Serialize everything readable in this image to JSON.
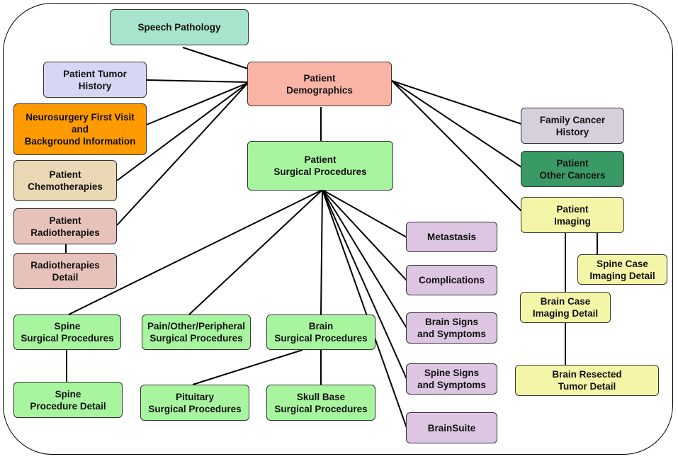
{
  "nodes": {
    "speech_pathology": {
      "label": "Speech Pathology",
      "color": "#a8e4cc"
    },
    "patient_tumor_history": {
      "label": "Patient Tumor\nHistory",
      "color": "#d6d6f5"
    },
    "patient_demographics": {
      "label": "Patient\nDemographics",
      "color": "#f9b4a6"
    },
    "neurosurgery_first_visit": {
      "label": "Neurosurgery First Visit\nand\nBackground Information",
      "color": "#ff9a00"
    },
    "family_cancer_history": {
      "label": "Family Cancer\nHistory",
      "color": "#d6d0dd"
    },
    "patient_chemotherapies": {
      "label": "Patient\nChemotherapies",
      "color": "#ead8b4"
    },
    "patient_surgical_procedures": {
      "label": "Patient\nSurgical Procedures",
      "color": "#a8f5a0"
    },
    "patient_other_cancers": {
      "label": "Patient\nOther Cancers",
      "color": "#3a9a66"
    },
    "patient_radiotherapies": {
      "label": "Patient\nRadiotherapies",
      "color": "#e6c2bb"
    },
    "patient_imaging": {
      "label": "Patient\nImaging",
      "color": "#f5f5a8"
    },
    "metastasis": {
      "label": "Metastasis",
      "color": "#dcc6e2"
    },
    "radiotherapies_detail": {
      "label": "Radiotherapies\nDetail",
      "color": "#e6c2bb"
    },
    "spine_case_imaging_detail": {
      "label": "Spine Case\nImaging Detail",
      "color": "#f5f5a8"
    },
    "complications": {
      "label": "Complications",
      "color": "#dcc6e2"
    },
    "brain_case_imaging_detail": {
      "label": "Brain Case\nImaging Detail",
      "color": "#f5f5a8"
    },
    "spine_surgical_procedures": {
      "label": "Spine\nSurgical Procedures",
      "color": "#a8f5a0"
    },
    "pain_other_peripheral": {
      "label": "Pain/Other/Peripheral\nSurgical Procedures",
      "color": "#a8f5a0"
    },
    "brain_surgical_procedures": {
      "label": "Brain\nSurgical Procedures",
      "color": "#a8f5a0"
    },
    "brain_signs_symptoms": {
      "label": "Brain Signs\nand Symptoms",
      "color": "#dcc6e2"
    },
    "spine_signs_symptoms": {
      "label": "Spine Signs\nand Symptoms",
      "color": "#dcc6e2"
    },
    "brain_resected_tumor_detail": {
      "label": "Brain Resected\nTumor Detail",
      "color": "#f5f5a8"
    },
    "spine_procedure_detail": {
      "label": "Spine\nProcedure Detail",
      "color": "#a8f5a0"
    },
    "pituitary_surgical_procedures": {
      "label": "Pituitary\nSurgical Procedures",
      "color": "#a8f5a0"
    },
    "skull_base_surgical_procedures": {
      "label": "Skull Base\nSurgical Procedures",
      "color": "#a8f5a0"
    },
    "brainsuite": {
      "label": "BrainSuite",
      "color": "#dcc6e2"
    }
  }
}
